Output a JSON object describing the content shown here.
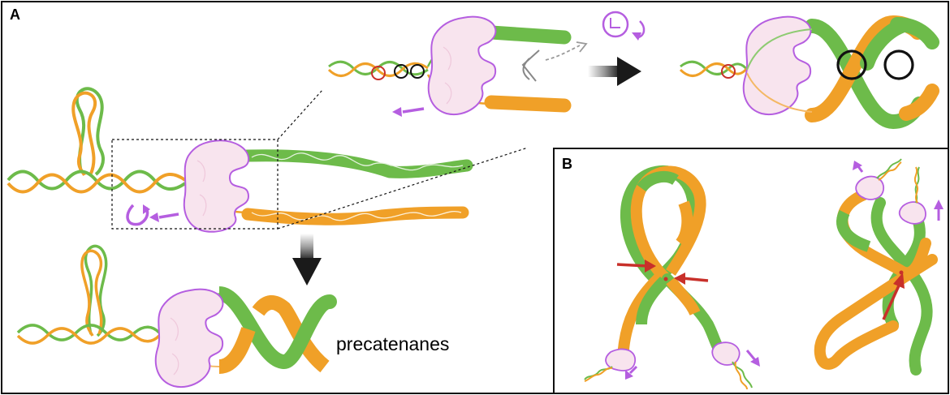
{
  "panels": {
    "a": {
      "letter": "A"
    },
    "b": {
      "letter": "B"
    }
  },
  "labels": {
    "precatenanes": "precatenanes"
  },
  "colors": {
    "strand_green": "#6dbb4a",
    "strand_orange": "#f0a028",
    "polymerase_outline": "#b55ee0",
    "polymerase_fill": "#f8e4ee",
    "arrow_purple": "#b55ee0",
    "crossing_red": "#c8302a",
    "crossing_black": "#111111",
    "eye_gray": "#888888"
  },
  "icons": [
    "rotation-arrow-icon",
    "clock-rotation-icon",
    "eye-icon",
    "red-arrow-icon",
    "down-arrow-icon",
    "right-arrow-icon"
  ]
}
